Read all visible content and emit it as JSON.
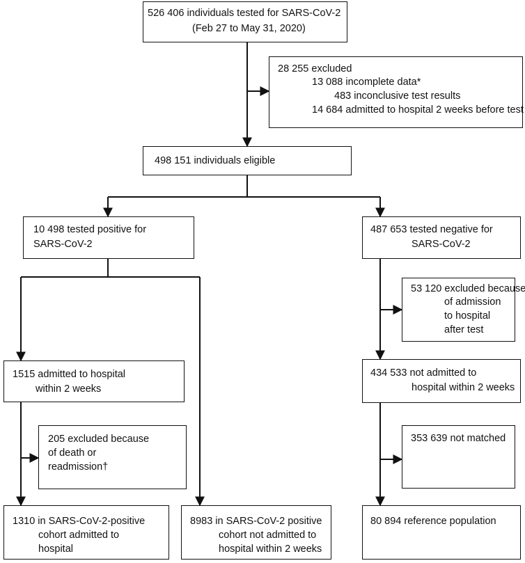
{
  "flowchart": {
    "tested": [
      "526 406 individuals tested for SARS-CoV-2",
      "(Feb 27 to May 31, 2020)"
    ],
    "excluded_initial": {
      "lines": [
        "28 255 excluded",
        "13 088 incomplete data*",
        "483 inconclusive test results",
        "14 684 admitted to hospital 2 weeks before test"
      ]
    },
    "eligible": "498 151 individuals eligible",
    "positive": [
      "10 498 tested positive for",
      "SARS-CoV-2"
    ],
    "negative": [
      "487 653 tested negative for",
      "SARS-CoV-2"
    ],
    "negative_excluded": [
      "53 120 excluded because",
      "of admission",
      "to hospital",
      "after test"
    ],
    "admitted_positive": [
      "1515 admitted to hospital",
      "within 2 weeks"
    ],
    "positive_excluded": [
      "205 excluded because",
      "of death or",
      "readmission†"
    ],
    "not_admitted_negative": [
      "434 533 not admitted to",
      "hospital within 2 weeks"
    ],
    "not_matched": "353 639 not matched",
    "cohort_admitted": [
      "1310 in SARS-CoV-2-positive",
      "cohort admitted to",
      "hospital"
    ],
    "cohort_not_admitted": [
      "8983 in SARS-CoV-2 positive",
      "cohort not admitted to",
      "hospital within 2 weeks"
    ],
    "reference": "80 894 reference population"
  }
}
